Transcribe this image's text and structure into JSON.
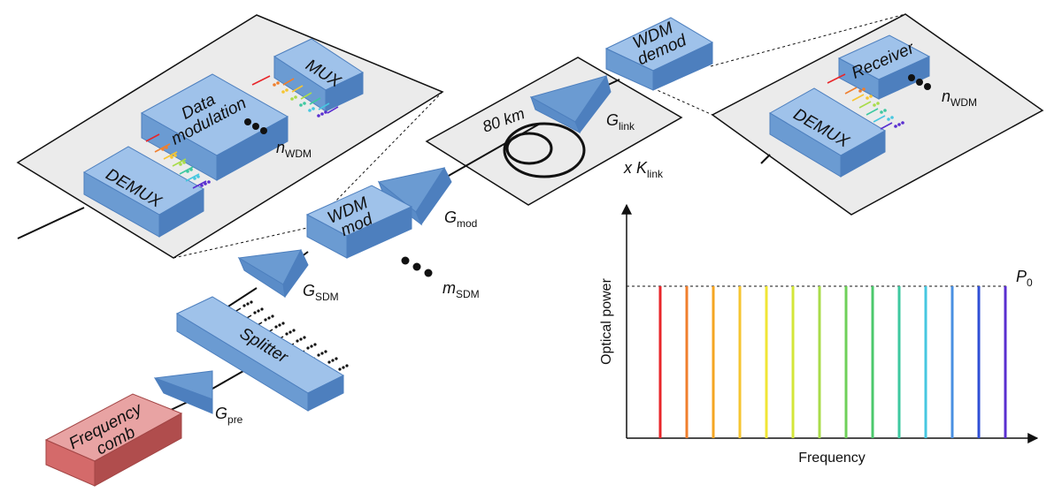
{
  "components": {
    "frequency_comb": "Frequency\ncomb",
    "splitter": "Splitter",
    "wdm_mod": "WDM\nmod",
    "wdm_demod": "WDM\ndemod",
    "demux_tx": "DEMUX",
    "data_modulation": "Data\nmodulation",
    "mux": "MUX",
    "demux_rx": "DEMUX",
    "receiver": "Receiver"
  },
  "labels": {
    "g_pre": {
      "main": "G",
      "sub": "pre"
    },
    "g_sdm": {
      "main": "G",
      "sub": "SDM"
    },
    "g_mod": {
      "main": "G",
      "sub": "mod"
    },
    "g_link": {
      "main": "G",
      "sub": "link"
    },
    "m_sdm": {
      "main": "m",
      "sub": "SDM"
    },
    "n_wdm_tx": {
      "main": "n",
      "sub": "WDM"
    },
    "n_wdm_rx": {
      "main": "n",
      "sub": "WDM"
    },
    "k_link": {
      "main": "x K",
      "sub": "link"
    },
    "span": "80 km"
  },
  "spectrum": {
    "ylabel": "Optical power",
    "xlabel": "Frequency",
    "level_label": {
      "main": "P",
      "sub": "0"
    },
    "line_colors": [
      "#e8262a",
      "#f07f2e",
      "#f5a623",
      "#f6c531",
      "#f0e635",
      "#d4e63a",
      "#a9dc4a",
      "#6fd05a",
      "#4cc86c",
      "#3ec8a0",
      "#47c7e0",
      "#4a90e2",
      "#2f4fd6",
      "#5a2fd0"
    ]
  },
  "colors": {
    "box_front": "#6b9bd2",
    "box_top": "#9fc2ea",
    "box_side": "#4d7fbe",
    "comb_front": "#d46a6a",
    "comb_top": "#e8a3a3",
    "comb_side": "#b04d4d",
    "panel_fill": "#ebebeb"
  }
}
